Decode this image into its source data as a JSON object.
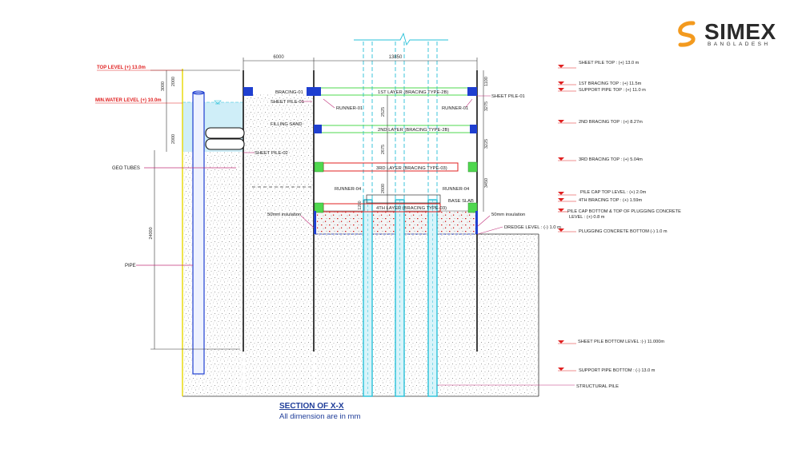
{
  "brand": {
    "name": "SIMEX",
    "sub": "BANGLADESH",
    "accent": "#f39a1e",
    "text_color": "#2a2a2a"
  },
  "caption": {
    "title": "SECTION OF X-X",
    "note": "All dimension are in mm"
  },
  "colors": {
    "red_label": "#e02020",
    "leader": "#c0307a",
    "pipe_blue": "#27c0d8",
    "steel_blue": "#1f3fd0",
    "green": "#4fd84f",
    "water": "#cfeef8"
  },
  "dims": {
    "width_left": "6000",
    "width_right": "13850",
    "d_3000": "3000",
    "d_2000": "2000",
    "d_24000": "24000",
    "d_1100": "1100",
    "d_3275": "3275",
    "d_3225": "3225",
    "d_3450": "3450",
    "d_2525": "2525",
    "d_2675": "2675",
    "d_2600": "2600",
    "d_1200": "1200"
  },
  "left_labels": {
    "top_level": "TOP LEVEL (+) 13.0m",
    "max_water": "MIN.WATER LEVEL (+) 10.0m",
    "geo_tubes": "GEO TUBES",
    "pipe": "PIPE"
  },
  "inner_labels": {
    "bracing01": "BRACING-01",
    "sheet_pile_01_left": "SHEET PILE-01",
    "sheet_pile_01_right": "SHEET PILE-01",
    "filling_sand": "FILLING SAND",
    "sheet_pile_02": "SHEET PILE-02",
    "runner01_left": "RUNNER-01",
    "runner01_right": "RUNNER-01",
    "layer1": "1ST LAYER (BRACING TYPE-2B)",
    "layer2": "2ND LAYER (BRACING TYPE-2B)",
    "layer3": "3RD LAYER (BRACING TYPE-03)",
    "layer4": "4TH LAYER (BRACING TYPE-03)",
    "runner04_left": "RUNNER-04",
    "runner04_right": "RUNNER-04",
    "base_slab": "BASE SLAB",
    "insulation_left": "50mm insulation",
    "insulation_right": "50mm insulation",
    "dredge_level": "DREDGE LEVEL : (-) 1.0 m",
    "structural_pile": "STRUCTURAL PILE"
  },
  "levels": [
    {
      "label": "SHEET PILE TOP : (+) 13.0 m"
    },
    {
      "label": "1ST BRACING TOP : (+) 11.5m"
    },
    {
      "label": "SUPPORT PIPE TOP : (+) 11.0 m"
    },
    {
      "label": "2ND BRACING TOP : (+) 8.27m"
    },
    {
      "label": "3RD BRACING TOP : (+) 5.04m"
    },
    {
      "label": "PILE CAP TOP LEVEL : (+) 2.0m"
    },
    {
      "label": "4TH BRACING TOP : (+) 1.59m"
    },
    {
      "label": "PILE CAP BOTTOM & TOP OF PLUGGING CONCRETE"
    },
    {
      "label": "LEVEL : (+) 0.8 m"
    },
    {
      "label": "PLUGGING CONCRETE BOTTOM (-) 1.0 m"
    },
    {
      "label": "SHEET PILE BOTTOM LEVEL :(-) 11.000m"
    },
    {
      "label": "SUPPORT PIPE BOTTOM : (-) 13.0 m"
    }
  ]
}
